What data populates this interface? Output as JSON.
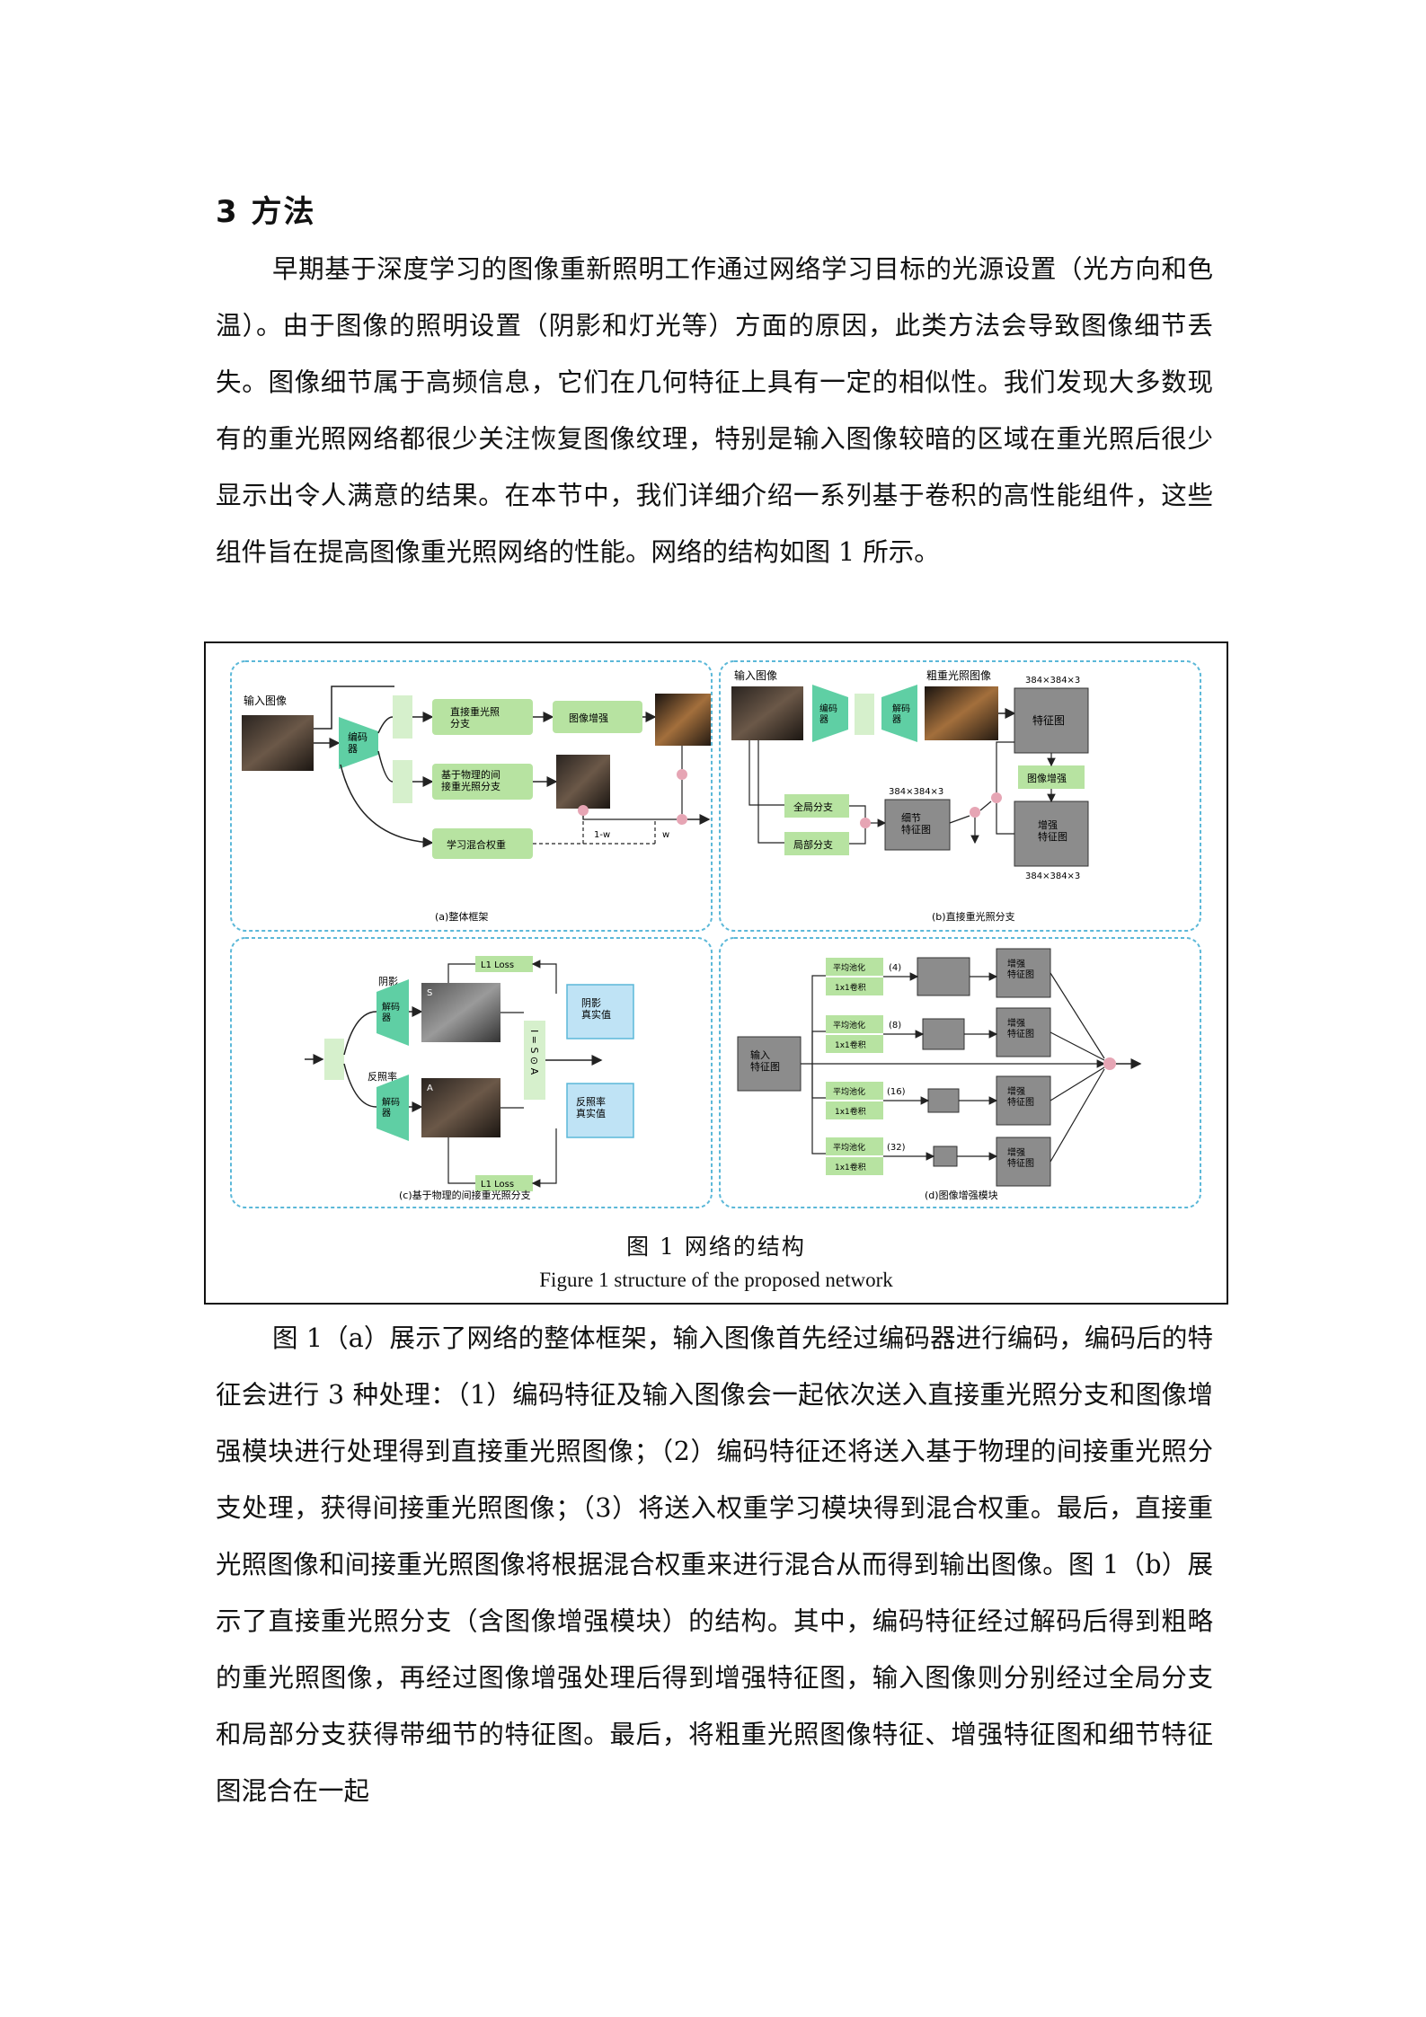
{
  "section": {
    "heading": "3  方法"
  },
  "paragraphs": [
    "早期基于深度学习的图像重新照明工作通过网络学习目标的光源设置（光方向和色温）。由于图像的照明设置（阴影和灯光等）方面的原因，此类方法会导致图像细节丢失。图像细节属于高频信息，它们在几何特征上具有一定的相似性。我们发现大多数现有的重光照网络都很少关注恢复图像纹理，特别是输入图像较暗的区域在重光照后很少显示出令人满意的结果。在本节中，我们详细介绍一系列基于卷积的高性能组件，这些组件旨在提高图像重光照网络的性能。网络的结构如图 1 所示。",
    "图 1（a）展示了网络的整体框架，输入图像首先经过编码器进行编码，编码后的特征会进行 3 种处理：（1）编码特征及输入图像会一起依次送入直接重光照分支和图像增强模块进行处理得到直接重光照图像；（2）编码特征还将送入基于物理的间接重光照分支处理，获得间接重光照图像；（3）将送入权重学习模块得到混合权重。最后，直接重光照图像和间接重光照图像将根据混合权重来进行混合从而得到输出图像。图 1（b）展示了直接重光照分支（含图像增强模块）的结构。其中，编码特征经过解码后得到粗略的重光照图像，再经过图像增强处理后得到增强特征图，输入图像则分别经过全局分支和局部分支获得带细节的特征图。最后，将粗重光照图像特征、增强特征图和细节特征图混合在一起"
  ],
  "figure": {
    "caption_cn": "图  1  网络的结构",
    "caption_en": "Figure 1 structure of the proposed network",
    "panel_a": {
      "caption": "(a)整体框架",
      "input_label": "输入图像",
      "encoder": "编码\n器",
      "direct_branch": "直接重光照\n分支",
      "image_enhance": "图像增强",
      "physical_branch": "基于物理的间\n接重光照分支",
      "mix_weight": "学习混合权重",
      "one_minus_w": "1-w",
      "w": "w"
    },
    "panel_b": {
      "caption": "(b)直接重光照分支",
      "input_label": "输入图像",
      "coarse_label": "粗重光照图像",
      "encoder": "编码\n器",
      "decoder": "解码\n器",
      "feature_map": "特征图",
      "image_enhance": "图像增强",
      "enhanced_map": "增强\n特征图",
      "global_branch": "全局分支",
      "local_branch": "局部分支",
      "detail_map": "细节\n特征图",
      "size_top": "384×384×3",
      "size_mid": "384×384×3",
      "size_bottom": "384×384×3"
    },
    "panel_c": {
      "caption": "(c)基于物理的间接重光照分支",
      "shadow": "阴影",
      "albedo": "反照率",
      "decoder": "解码\n器",
      "loss": "L1 Loss",
      "shadow_gt": "阴影\n真实值",
      "albedo_gt": "反照率\n真实值",
      "s_label": "S",
      "a_label": "A",
      "formula": "I = S ⊙ A"
    },
    "panel_d": {
      "caption": "(d)图像增强模块",
      "input_map": "输入\n特征图",
      "avg_pool": "平均池化",
      "conv": "1x1卷积",
      "scales": [
        "(4)",
        "(8)",
        "(16)",
        "(32)"
      ],
      "enhanced_map": "增强\n特征图"
    },
    "colors": {
      "green_box": "#b7e3a1",
      "teal": "#5fcfa4",
      "gray": "#8c8c8c",
      "blue_box": "#bfe3f5",
      "dashed": "#5bb8d8",
      "pink": "#e6a5b4"
    }
  }
}
